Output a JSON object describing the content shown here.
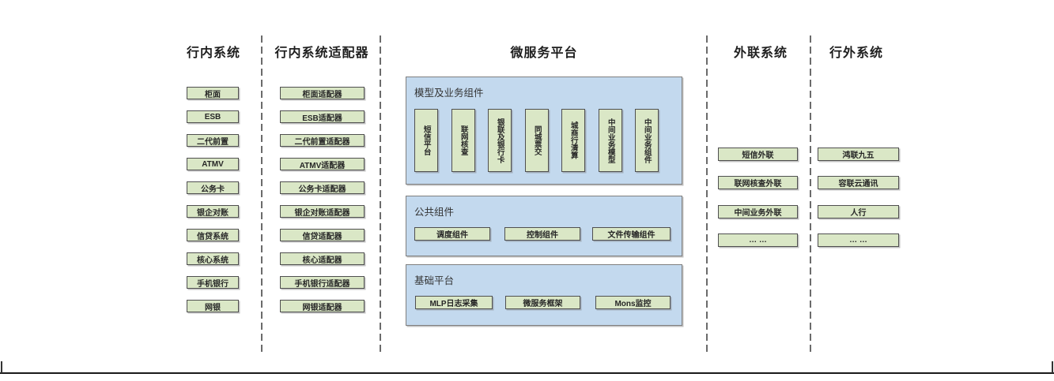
{
  "colors": {
    "green_fill": "#dae7c6",
    "green_border": "#4f4f4f",
    "blue_fill": "#c3d9ee",
    "blue_border": "#7f7f7f",
    "divider": "#6b6b6b",
    "text": "#262626"
  },
  "columns": [
    {
      "header": "行内系统",
      "boxes": [
        "柜面",
        "ESB",
        "二代前置",
        "ATMV",
        "公务卡",
        "银企对账",
        "信贷系统",
        "核心系统",
        "手机银行",
        "网银"
      ]
    },
    {
      "header": "行内系统适配器",
      "boxes": [
        "柜面适配器",
        "ESB适配器",
        "二代前置适配器",
        "ATMV适配器",
        "公务卡适配器",
        "银企对账适配器",
        "信贷适配器",
        "核心适配器",
        "手机银行适配器",
        "网银适配器"
      ]
    },
    {
      "header": "微服务平台",
      "panels": [
        {
          "title": "模型及业务组件",
          "boxes": [
            "短信平台",
            "联网核查",
            "银联及银行卡",
            "同城票交",
            "城商行清算",
            "中间业务模型",
            "中间业务组件"
          ]
        },
        {
          "title": "公共组件",
          "boxes": [
            "调度组件",
            "控制组件",
            "文件传输组件"
          ]
        },
        {
          "title": "基础平台",
          "boxes": [
            "MLP日志采集",
            "微服务框架",
            "Mons监控"
          ]
        }
      ]
    },
    {
      "header": "外联系统",
      "boxes": [
        "短信外联",
        "联网核查外联",
        "中间业务外联",
        "… …"
      ]
    },
    {
      "header": "行外系统",
      "boxes": [
        "鸿联九五",
        "容联云通讯",
        "人行",
        "… …"
      ]
    }
  ]
}
